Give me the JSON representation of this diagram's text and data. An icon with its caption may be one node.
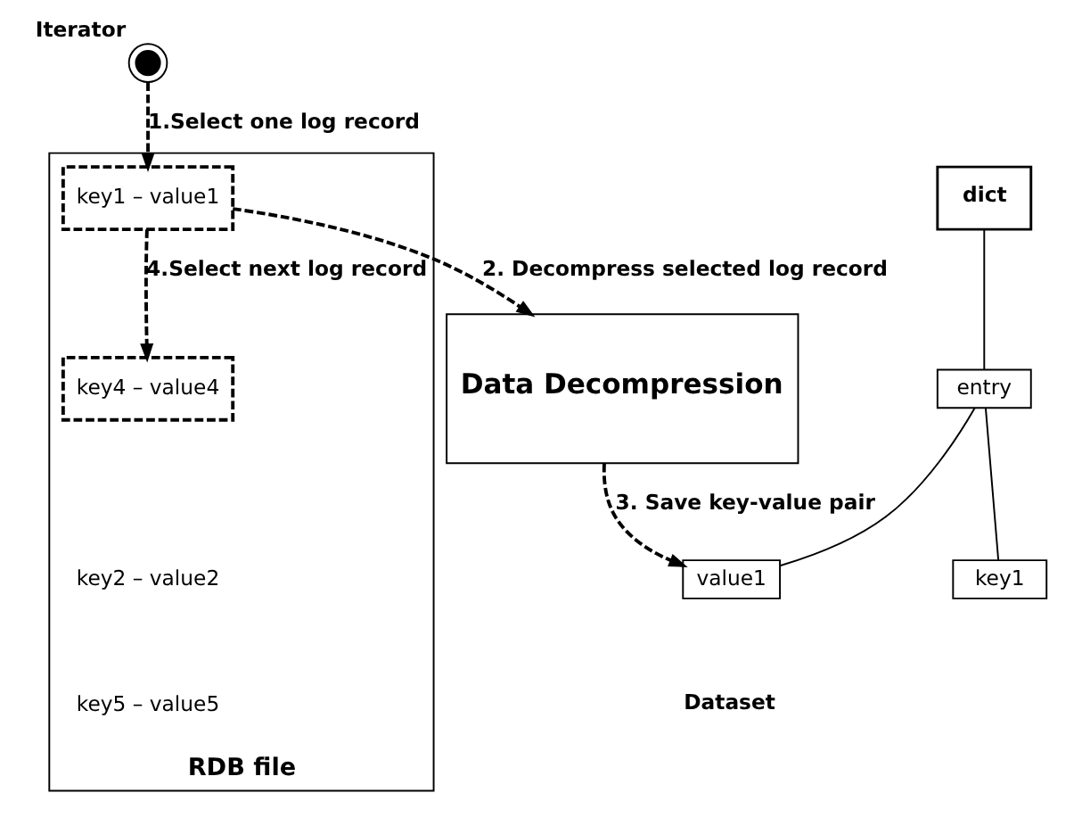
{
  "diagram": {
    "nodes": [
      {
        "text": [
          "Iterator"
        ]
      },
      {
        "text": [
          "RDB file"
        ]
      },
      {
        "text": [
          "key1 – value1"
        ],
        "in": 1
      },
      {
        "text": [
          "key4 – value4"
        ],
        "in": 1
      },
      {
        "text": [
          "key2 – value2"
        ],
        "in": 1
      },
      {
        "text": [
          "key5 – value5"
        ],
        "in": 1
      },
      {
        "text": [
          "Data Decompression"
        ]
      },
      {
        "text": [
          "dict"
        ]
      },
      {
        "text": [
          "entry"
        ]
      },
      {
        "text": [
          "key1"
        ]
      },
      {
        "text": [
          "value1"
        ]
      }
    ],
    "edges": [
      {
        "from": 0,
        "to": 2,
        "arrow": "to",
        "label": "1.Select one log record",
        "style": "dashed"
      },
      {
        "from": 2,
        "to": 6,
        "arrow": "to",
        "label": "2. Decompress selected log record",
        "style": "dashed"
      },
      {
        "from": 6,
        "to": 10,
        "arrow": "to",
        "label": "3. Save key-value pair",
        "style": "dashed"
      },
      {
        "from": 2,
        "to": 3,
        "arrow": "to",
        "label": "4.Select next log record",
        "style": "dashed"
      },
      {
        "from": 7,
        "to": 8,
        "arrow": "none"
      },
      {
        "from": 8,
        "to": 9,
        "arrow": "none"
      },
      {
        "from": 8,
        "to": 10,
        "arrow": "none"
      }
    ],
    "labels": [
      "Dataset"
    ]
  }
}
